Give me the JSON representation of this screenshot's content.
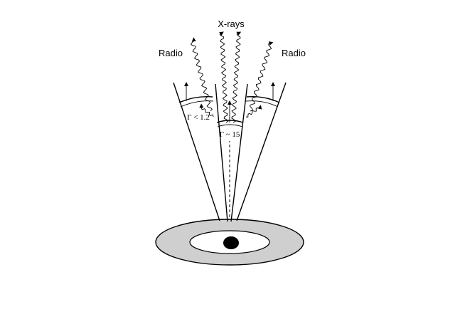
{
  "labels": {
    "xrays": "X-rays",
    "radio_left": "Radio",
    "radio_right": "Radio",
    "gamma_slow": "Γ < 1.2",
    "gamma_fast": "Γ ~ 15"
  },
  "colors": {
    "disk_fill": "#cfcfcf",
    "black_hole": "#000000",
    "line": "#000000",
    "background": "#ffffff"
  },
  "icons": {
    "black_hole": "black-hole-icon",
    "accretion_disk": "accretion-disk-icon"
  }
}
